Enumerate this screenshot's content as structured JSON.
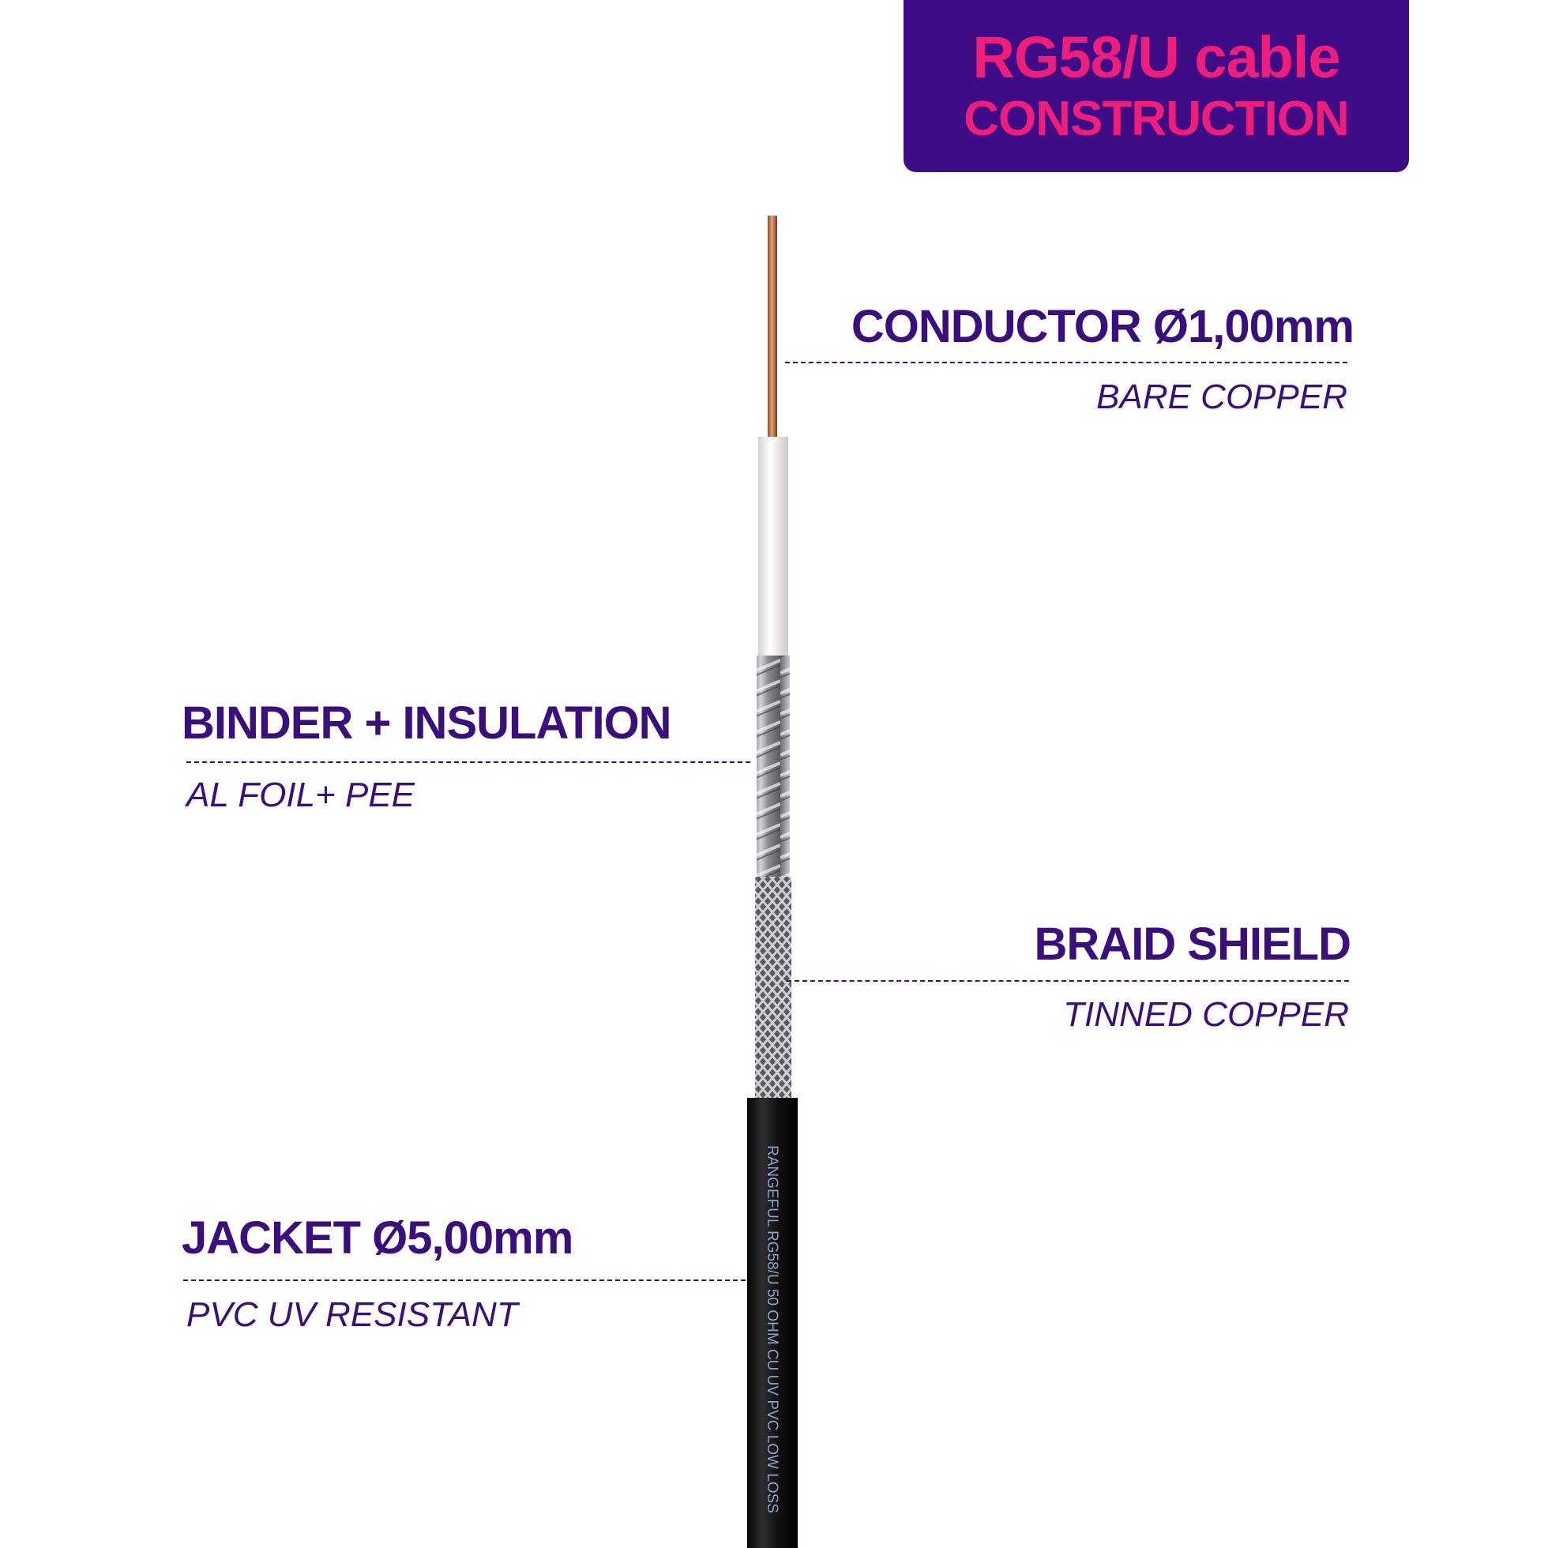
{
  "title": {
    "line1": "RG58/U cable",
    "line2": "CONSTRUCTION"
  },
  "layers": [
    {
      "id": "conductor",
      "label": "CONDUCTOR Ø1,00mm",
      "material": "BARE COPPER",
      "side": "right"
    },
    {
      "id": "binder",
      "label": "BINDER + INSULATION",
      "material": "AL FOIL+ PEE",
      "side": "left"
    },
    {
      "id": "braid",
      "label": "BRAID SHIELD",
      "material": "TINNED COPPER",
      "side": "right"
    },
    {
      "id": "jacket",
      "label": "JACKET Ø5,00mm",
      "material": "PVC UV RESISTANT",
      "side": "left"
    }
  ],
  "jacket_print": "RANGEFUL RG58/U 50 OHM CU UV PVC LOW LOSS",
  "colors": {
    "title_bg": "#3e0c86",
    "title_text": "#ee1e7a",
    "label_text": "#3a0e7c",
    "copper": "#c8784a",
    "insulation": "#f2eeee",
    "foil": "#a9a9ad",
    "braid": "#8c8c90",
    "jacket": "#141414"
  }
}
